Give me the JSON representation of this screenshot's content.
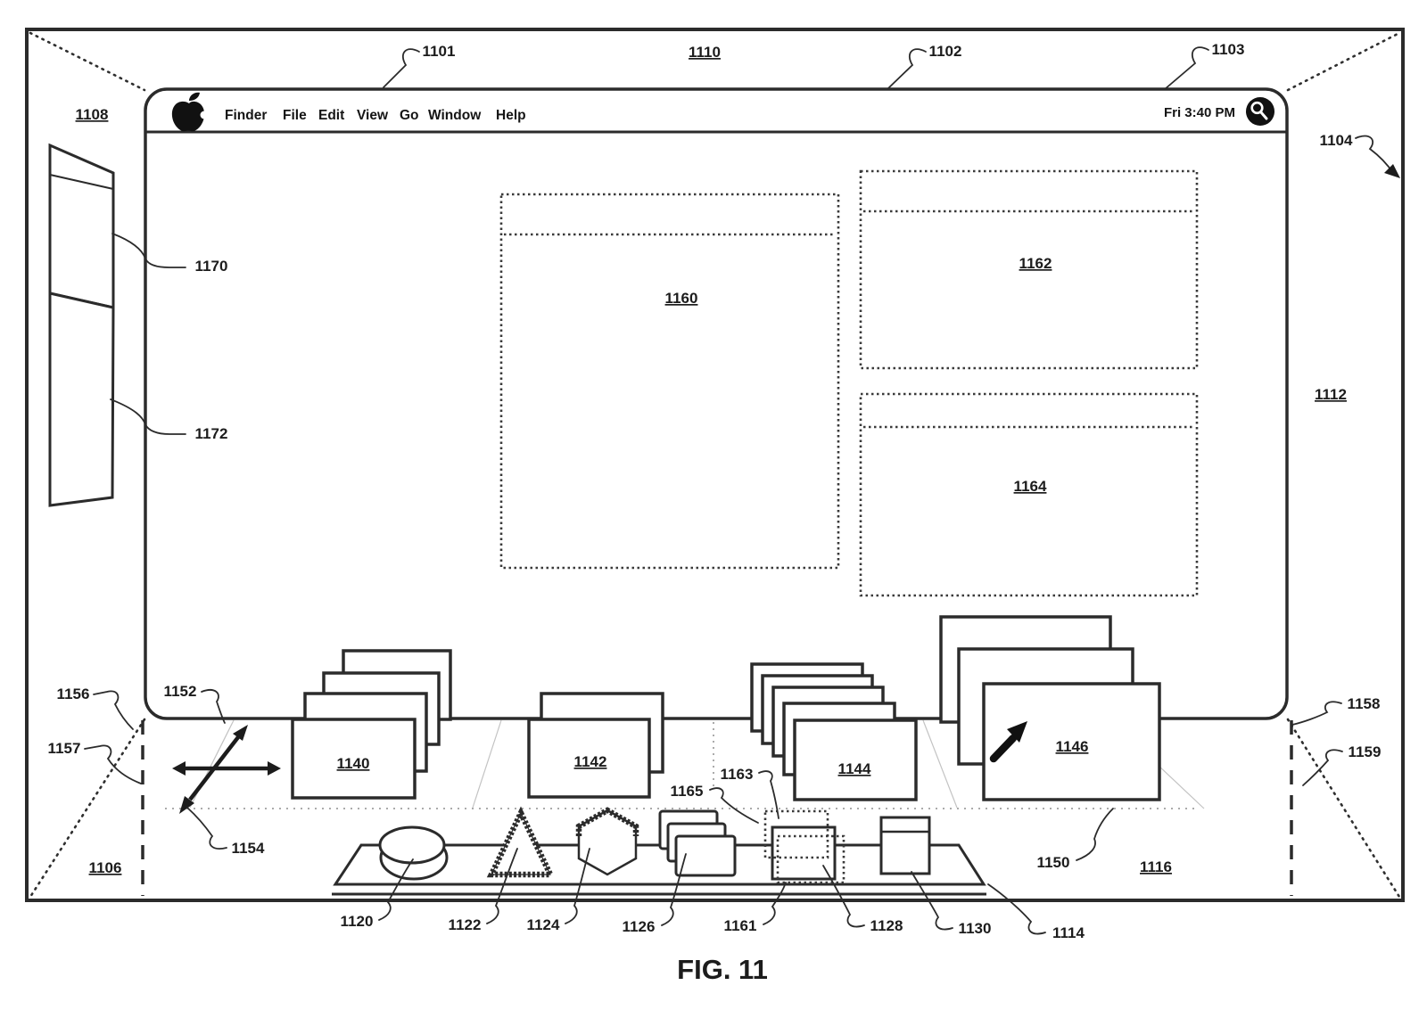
{
  "figure": {
    "caption": "FIG. 11"
  },
  "menu_bar": {
    "items": [
      "Finder",
      "File",
      "Edit",
      "View",
      "Go",
      "Window",
      "Help"
    ],
    "clock": "Fri 3:40 PM",
    "icons": {
      "apple": "apple-logo",
      "control": "magnifier-in-circle"
    }
  },
  "ref_labels": {
    "n1101": "1101",
    "n1102": "1102",
    "n1103": "1103",
    "n1104": "1104",
    "n1106": "1106",
    "n1108": "1108",
    "n1110": "1110",
    "n1112": "1112",
    "n1114": "1114",
    "n1116": "1116",
    "n1120": "1120",
    "n1122": "1122",
    "n1124": "1124",
    "n1126": "1126",
    "n1128": "1128",
    "n1130": "1130",
    "n1140": "1140",
    "n1142": "1142",
    "n1144": "1144",
    "n1146": "1146",
    "n1150": "1150",
    "n1152": "1152",
    "n1154": "1154",
    "n1156": "1156",
    "n1157": "1157",
    "n1158": "1158",
    "n1159": "1159",
    "n1160": "1160",
    "n1161": "1161",
    "n1162": "1162",
    "n1163": "1163",
    "n1164": "1164",
    "n1165": "1165",
    "n1170": "1170",
    "n1172": "1172"
  }
}
